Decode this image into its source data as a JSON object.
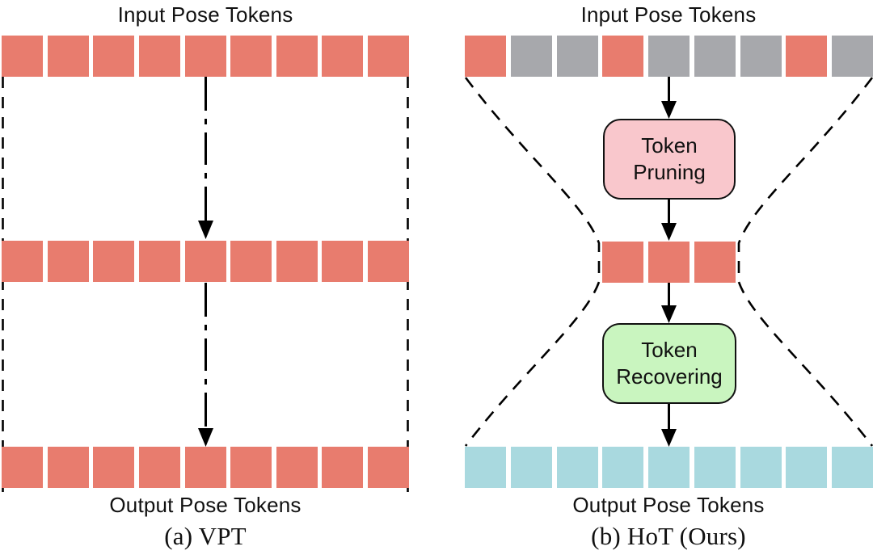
{
  "colors": {
    "token_red": "#E87C6E",
    "token_gray": "#A7A8AC",
    "token_cyan": "#A9D9DF",
    "box_pink": "#F9C7CC",
    "box_green": "#C9F5BF",
    "stroke": "#000000"
  },
  "panels": [
    {
      "id": "vpt",
      "input_label": "Input Pose Tokens",
      "output_label": "Output Pose Tokens",
      "caption": "(a) VPT",
      "rows": [
        {
          "name": "input-row",
          "tokens": [
            "red",
            "red",
            "red",
            "red",
            "red",
            "red",
            "red",
            "red",
            "red"
          ]
        },
        {
          "name": "middle-row",
          "tokens": [
            "red",
            "red",
            "red",
            "red",
            "red",
            "red",
            "red",
            "red",
            "red"
          ]
        },
        {
          "name": "output-row",
          "tokens": [
            "red",
            "red",
            "red",
            "red",
            "red",
            "red",
            "red",
            "red",
            "red"
          ]
        }
      ]
    },
    {
      "id": "hot",
      "input_label": "Input Pose Tokens",
      "output_label": "Output Pose Tokens",
      "caption": "(b) HoT (Ours)",
      "boxes": [
        {
          "name": "token-pruning",
          "label": "Token\nPruning"
        },
        {
          "name": "token-recovering",
          "label": "Token\nRecovering"
        }
      ],
      "rows": [
        {
          "name": "input-row",
          "tokens": [
            "red",
            "gray",
            "gray",
            "red",
            "gray",
            "gray",
            "gray",
            "red",
            "gray"
          ]
        },
        {
          "name": "middle-row",
          "tokens": [
            "red",
            "red",
            "red"
          ]
        },
        {
          "name": "output-row",
          "tokens": [
            "cyan",
            "cyan",
            "cyan",
            "cyan",
            "cyan",
            "cyan",
            "cyan",
            "cyan",
            "cyan"
          ]
        }
      ]
    }
  ]
}
